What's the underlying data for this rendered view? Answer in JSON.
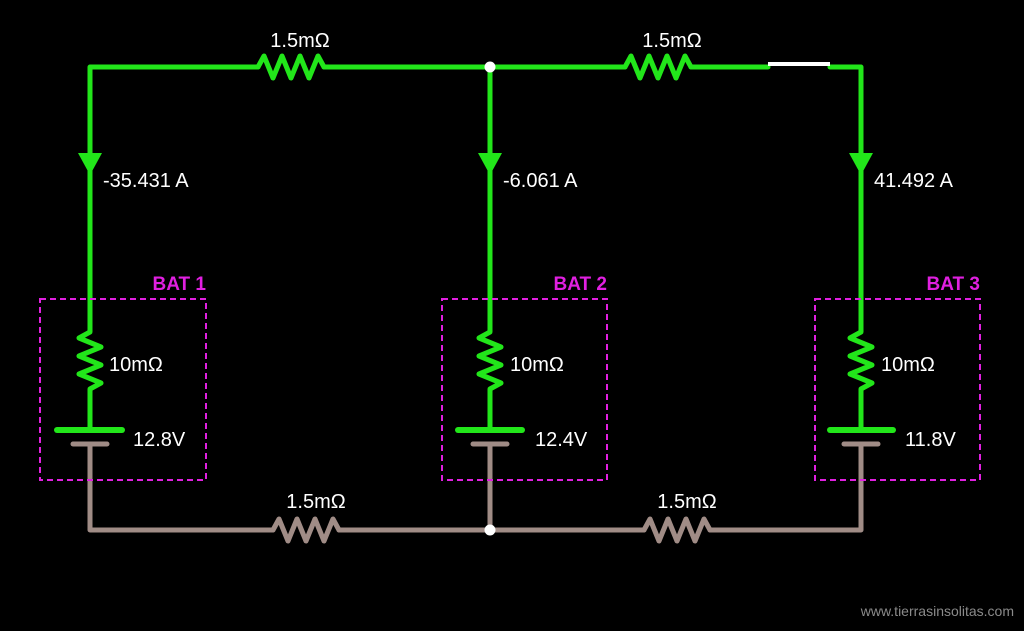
{
  "colors": {
    "positive_wire": "#22e61a",
    "negative_wire": "#a08c86",
    "battery_box": "#e020e0",
    "background": "#000000",
    "text": "#ffffff"
  },
  "top_resistors": [
    {
      "label": "1.5mΩ"
    },
    {
      "label": "1.5mΩ"
    }
  ],
  "bottom_resistors": [
    {
      "label": "1.5mΩ"
    },
    {
      "label": "1.5mΩ"
    }
  ],
  "branches": [
    {
      "current": "-35.431 A",
      "battery_name": "BAT 1",
      "internal_resistance": "10mΩ",
      "voltage": "12.8V"
    },
    {
      "current": "-6.061 A",
      "battery_name": "BAT 2",
      "internal_resistance": "10mΩ",
      "voltage": "12.4V"
    },
    {
      "current": "41.492 A",
      "battery_name": "BAT 3",
      "internal_resistance": "10mΩ",
      "voltage": "11.8V"
    }
  ],
  "watermark": "www.tierrasinsolitas.com"
}
